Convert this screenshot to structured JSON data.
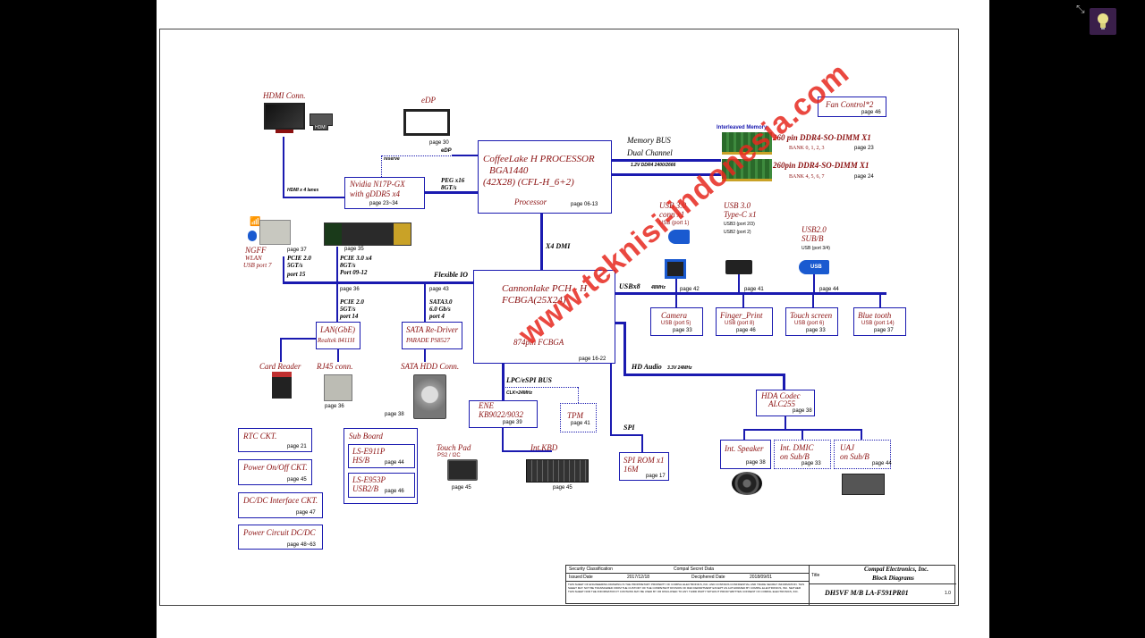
{
  "diagram": {
    "cpu": {
      "title": "CoffeeLake H PROCESSOR",
      "pkg": "BGA1440",
      "size": "(42X28)  (CFL-H_6+2)",
      "role": "Processor",
      "page": "page  06-13"
    },
    "pch": {
      "title": "Cannonlake PCH - H",
      "pkg": "FCBGA(25X24)",
      "pins": "874pin FCBGA",
      "page": "page  16-22"
    },
    "memory": {
      "bus": "Memory BUS",
      "channel": "Dual Channel",
      "spec": "1.2V DDR4 2400/2666",
      "interleaved": "Interleaved  Memory",
      "dimm1": "260 pin DDR4-SO-DIMM X1",
      "bank1": "BANK 0, 1, 2, 3",
      "page1": "page  23",
      "dimm2": "260pin DDR4-SO-DIMM X1",
      "bank2": "BANK 4, 5, 6, 7",
      "page2": "page  24"
    },
    "fan": {
      "title": "Fan Control*2",
      "page": "page  46"
    },
    "hdmi": {
      "title": "HDMI Conn.",
      "link": "HDMI x 4 lanes",
      "logo": "HDMI"
    },
    "edp": {
      "title": "eDP",
      "page": "page  30",
      "tag": "eDP",
      "reserve": "reserve"
    },
    "gpu": {
      "title": "Nvidia  N17P-GX",
      "mem": "with gDDR5 x4",
      "page": "page  23~34",
      "peg": "PEG  x16",
      "peg_speed": "8GT/s"
    },
    "dmi": "X4 DMI",
    "flexio": "Flexible IO",
    "ngff": {
      "title": "NGFF",
      "sub": "WLAN",
      "port": "USB port 7",
      "page": "page  37",
      "pcie": "PCIE 2.0",
      "speed": "5GT/s",
      "portno": "port 15"
    },
    "ssd": {
      "page": "page  35",
      "pcie": "PCIE 3.0 x4",
      "speed": "8GT/s",
      "port": "Port 09-12"
    },
    "lan": {
      "title": "LAN(GbE)",
      "chip": "Realtek 8411H",
      "page": "page  36",
      "pcie": "PCIE 2.0",
      "speed": "5GT/s",
      "port": "port 14"
    },
    "cardreader": {
      "title": "Card Reader"
    },
    "rj45": {
      "title": "RJ45 conn.",
      "page": "page  36"
    },
    "sata": {
      "title": "SATA Re-Driver",
      "chip": "PARADE  PS8527",
      "page": "page  43",
      "bus": "SATA3.0",
      "speed": "6.0 Gb/s",
      "port": "port 4"
    },
    "hdd": {
      "title": "SATA HDD Conn.",
      "page": "page  38"
    },
    "usb": {
      "usb3conn": "USB 3.0",
      "usb3conn2": "conn  x1",
      "usb3conn_port": "USB (port 1)",
      "usb3conn_page": "page  42",
      "typec": "USB 3.0",
      "typec2": "Type-C  x1",
      "typec_usb3": "USB3    (port 2/3)",
      "typec_usb2": "USB2    (port 2)",
      "typec_page": "page  41",
      "sub": "USB2.0",
      "sub2": "SUB/B",
      "sub_port": "USB (port 3/4)",
      "sub_page": "page  44",
      "bus": "USBx8",
      "freq": "48MHz",
      "logo": "USB"
    },
    "camera": {
      "title": "Camera",
      "port": "USB (port 5)",
      "page": "page  33"
    },
    "finger": {
      "title": "Finger_Print",
      "port": "USB (port 8)",
      "page": "page  46"
    },
    "touch": {
      "title": "Touch  screen",
      "port": "USB (port 6)",
      "page": "page  33"
    },
    "bt": {
      "title": "Blue  tooth",
      "port": "USB (port 14)",
      "page": "page  37"
    },
    "hda": {
      "bus": "HD Audio",
      "volt": "3.3V  24MHz",
      "title": "HDA Codec",
      "chip": "ALC255",
      "page": "page  38"
    },
    "speaker": {
      "title": "Int. Speaker",
      "page": "page  38"
    },
    "dmic": {
      "title": "Int. DMIC",
      "sub": "on Sub/B",
      "page": "page  33"
    },
    "uaj": {
      "title": "UAJ",
      "sub": "on Sub/B",
      "page": "page  44"
    },
    "lpc": {
      "bus": "LPC/eSPI  BUS",
      "clk": "CLK=24MHz"
    },
    "ene": {
      "title": "ENE",
      "chip": "KB9022/9032",
      "page": "page  39"
    },
    "tpm": {
      "title": "TPM",
      "page": "page  41"
    },
    "spi": {
      "bus": "SPI",
      "title": "SPI ROM x1",
      "size": "16M",
      "page": "page  17"
    },
    "touchpad": {
      "title": "Touch Pad",
      "sub": "PS2 / I2C",
      "page": "page  45"
    },
    "kbd": {
      "title": "Int.KBD",
      "page": "page  45"
    },
    "rtc": {
      "title": "RTC CKT.",
      "page": "page  21"
    },
    "power": {
      "title": "Power On/Off CKT.",
      "page": "page  45"
    },
    "dcdc": {
      "title": "DC/DC Interface CKT.",
      "page": "page  47"
    },
    "pwrckt": {
      "title": "Power Circuit DC/DC",
      "page": "page  48~63"
    },
    "subboard": {
      "title": "Sub Board",
      "b1": "LS-E911P",
      "b1s": "HS/B",
      "b1p": "page  44",
      "b2": "LS-E953P",
      "b2s": "USB2/B",
      "b2p": "page  46"
    },
    "titleblock": {
      "sec": "Security Classification",
      "secval": "Compal Secret Data",
      "issued": "Issued Date",
      "issued_val": "2017/12/18",
      "deciph": "Deciphered Date",
      "deciph_val": "2018/09/01",
      "title_lbl": "Title",
      "company": "Compal Electronics, Inc.",
      "doc": "Block Diagrams",
      "docnum": "DH5VF M/B LA-F591PR01",
      "rev": "1.0",
      "legal": "THIS SHEET OF ENGINEERING DRAWING IS THE PROPRIETARY PROPERTY OF COMPAL ELECTRONICS, INC. AND CONTAINS CONFIDENTIAL AND TRADE SECRET INFORMATION. THIS SHEET MAY NOT BE TRANSFERED FROM THE CUSTODY OF THE COMPETENT DIVISION OF R&D DEPARTMENT EXCEPT AS AUTHORIZED BY COMPAL ELECTRONICS, INC. NEITHER THIS SHEET NOR THE INFORMATION IT CONTAINS MAY BE USED BY OR DISCLOSED TO ANY THIRD PARTY WITHOUT PRIOR WRITTEN CONSENT OF COMPAL ELECTRONICS, INC."
    }
  },
  "watermark": "www.teknisi-indonesia.com",
  "colors": {
    "line": "#1a1ab0",
    "label": "#8b1010",
    "watermark": "#e6281e",
    "bulb_bg": "#3a1f4a"
  },
  "icons": {
    "expand": "fullscreen-exit-icon",
    "bulb": "lightbulb-icon"
  }
}
